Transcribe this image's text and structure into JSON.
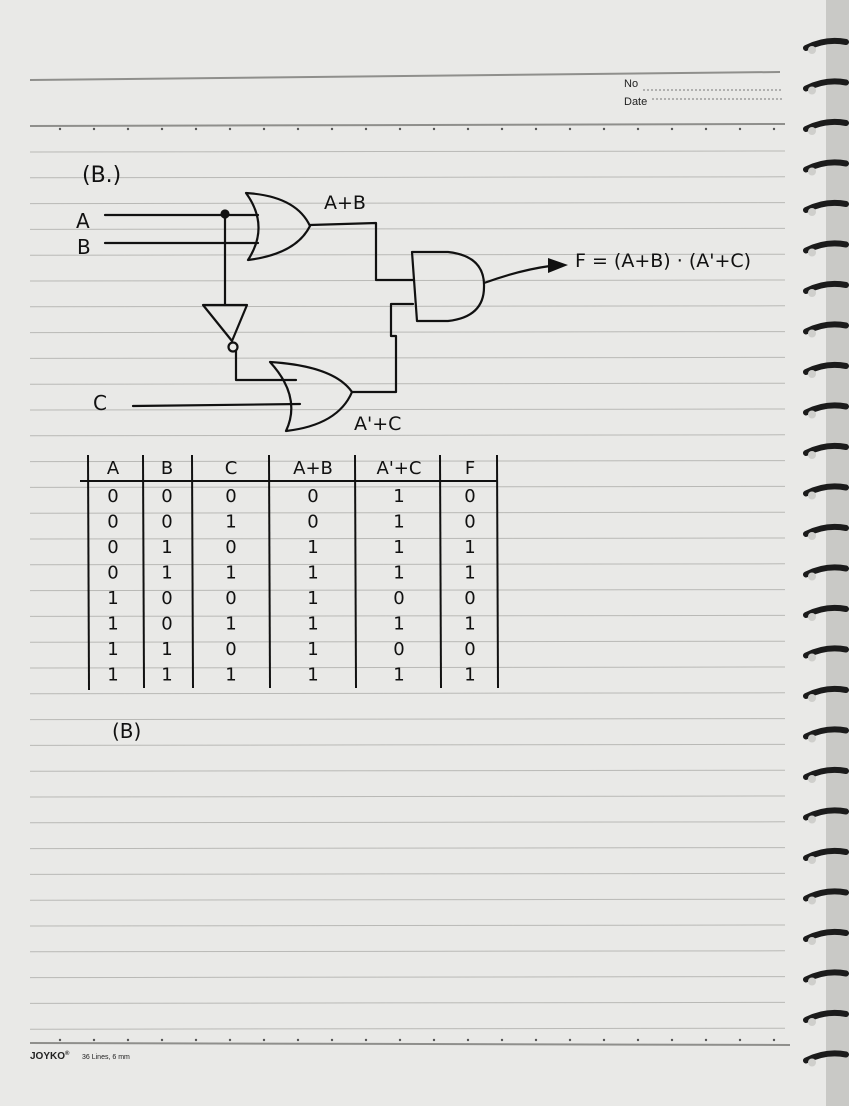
{
  "header": {
    "no_label": "No",
    "date_label": "Date"
  },
  "footer": {
    "brand": "JOYKO",
    "brand_mark": "®",
    "paper_spec": "36 Lines, 6 mm"
  },
  "diagram": {
    "title": "(B.)",
    "input_a": "A",
    "input_b": "B",
    "input_c": "C",
    "label_or1": "A+B",
    "label_or2": "A'+C",
    "output": "F = (A+B) · (A'+C)"
  },
  "truth_table": {
    "headers": [
      "A",
      "B",
      "C",
      "A+B",
      "A'+C",
      "F"
    ],
    "rows": [
      [
        "0",
        "0",
        "0",
        "0",
        "1",
        "0"
      ],
      [
        "0",
        "0",
        "1",
        "0",
        "1",
        "0"
      ],
      [
        "0",
        "1",
        "0",
        "1",
        "1",
        "1"
      ],
      [
        "0",
        "1",
        "1",
        "1",
        "1",
        "1"
      ],
      [
        "1",
        "0",
        "0",
        "1",
        "0",
        "0"
      ],
      [
        "1",
        "0",
        "1",
        "1",
        "1",
        "1"
      ],
      [
        "1",
        "1",
        "0",
        "1",
        "0",
        "0"
      ],
      [
        "1",
        "1",
        "1",
        "1",
        "1",
        "1"
      ]
    ],
    "caption": "(B)"
  }
}
